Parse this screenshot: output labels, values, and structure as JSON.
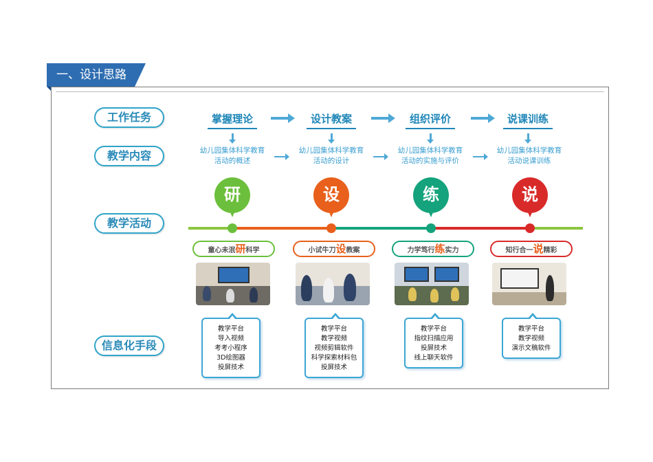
{
  "section": {
    "title": "一、设计思路"
  },
  "rows": {
    "work_task": "工作任务",
    "teaching_content": "教学内容",
    "teaching_activity": "教学活动",
    "info_means": "信息化手段"
  },
  "tasks": [
    "掌握理论",
    "设计教案",
    "组织评价",
    "说课训练"
  ],
  "contents": [
    [
      "幼儿园集体科学教育",
      "活动的概述"
    ],
    [
      "幼儿园集体科学教育",
      "活动的设计"
    ],
    [
      "幼儿园集体科学教育",
      "活动的实施与评价"
    ],
    [
      "幼儿园集体科学教育",
      "活动说课训练"
    ]
  ],
  "activities": [
    {
      "char": "研",
      "color": "#6cbf3c",
      "pill_pre": "童心未泯",
      "pill_big": "研",
      "pill_post": "科学"
    },
    {
      "char": "设",
      "color": "#e8601c",
      "pill_pre": "小试牛刀",
      "pill_big": "设",
      "pill_post": "教案"
    },
    {
      "char": "练",
      "color": "#14a37c",
      "pill_pre": "力学笃行",
      "pill_big": "练",
      "pill_post": "实力"
    },
    {
      "char": "说",
      "color": "#d92a2a",
      "pill_pre": "知行合一",
      "pill_big": "说",
      "pill_post": "精彩"
    }
  ],
  "tools": [
    [
      "教学平台",
      "导入视频",
      "考考小程序",
      "3D绘图器",
      "投屏技术"
    ],
    [
      "教学平台",
      "教学视频",
      "视频剪辑软件",
      "科学探索材料包",
      "投屏技术"
    ],
    [
      "教学平台",
      "指纹扫描应用",
      "投屏技术",
      "线上聊天软件"
    ],
    [
      "教学平台",
      "教学视频",
      "演示文稿软件"
    ]
  ]
}
